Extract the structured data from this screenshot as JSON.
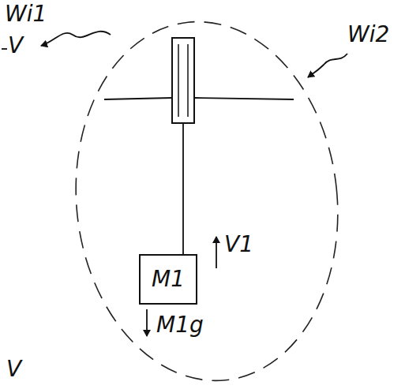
{
  "diagram": {
    "nodes": [
      {
        "text": [
          "M1"
        ]
      }
    ],
    "labels": [
      "Wi1",
      "Wi2",
      "V",
      "V1",
      "M1g",
      "V"
    ]
  }
}
